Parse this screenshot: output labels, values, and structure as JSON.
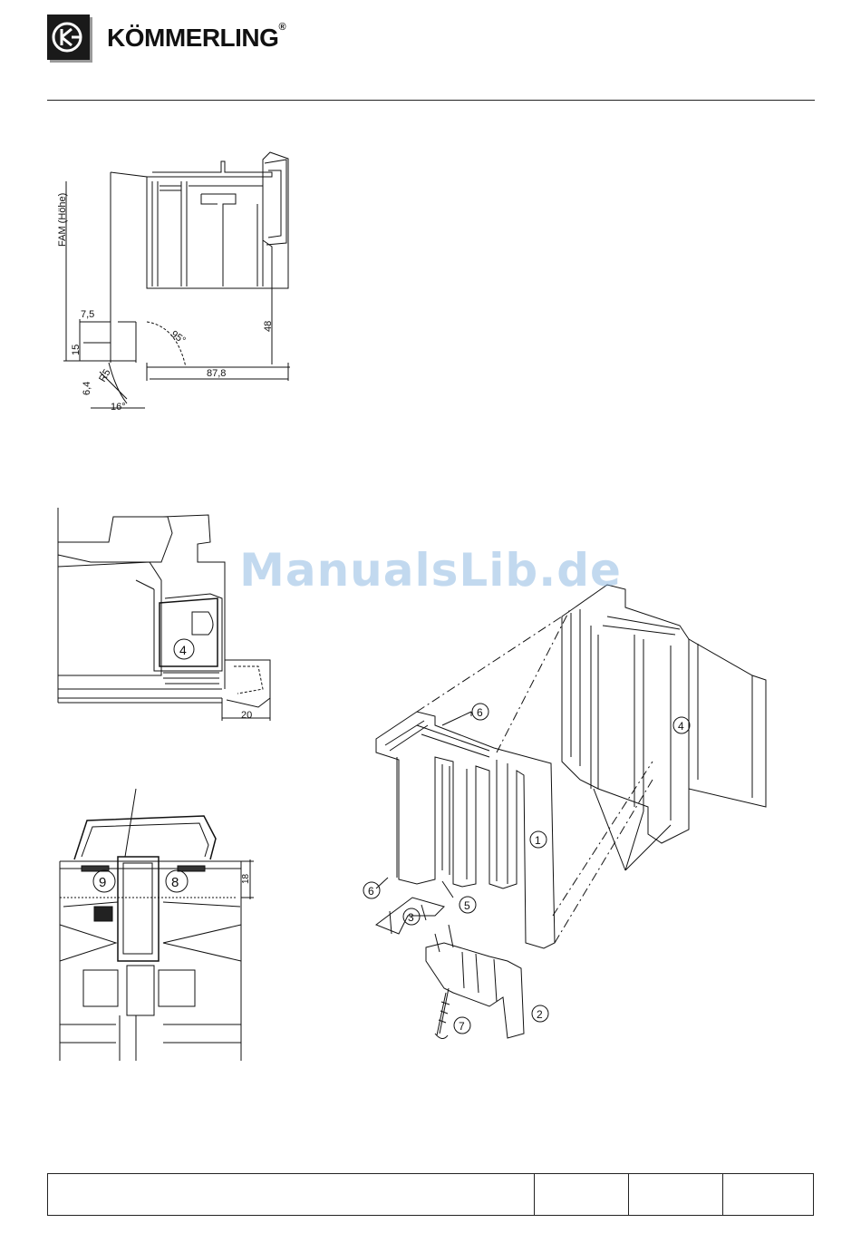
{
  "header": {
    "brand_name": "KÖMMERLING",
    "registered_mark": "®",
    "logo_icon": "kommerling-logo-icon"
  },
  "watermark": "ManualsLib.de",
  "drawing_section": {
    "vertical_label": "FAM (Höhe)",
    "dimensions": {
      "d75": "7,5",
      "d15": "15",
      "d64": "6,4",
      "r5": "R5",
      "a16": "16°",
      "a95": "95°",
      "d48": "48",
      "d878": "87,8"
    }
  },
  "section_view": {
    "callout": "4",
    "dimension": "20"
  },
  "coupling_view": {
    "callout_left": "9",
    "callout_right": "8",
    "dimension": "18"
  },
  "exploded_view": {
    "callouts": [
      "1",
      "2",
      "3",
      "4",
      "5",
      "6",
      "6",
      "7"
    ]
  },
  "footer": {
    "cells": [
      "",
      "",
      "",
      ""
    ]
  },
  "colors": {
    "line": "#111111",
    "watermark": "#78aadc"
  }
}
